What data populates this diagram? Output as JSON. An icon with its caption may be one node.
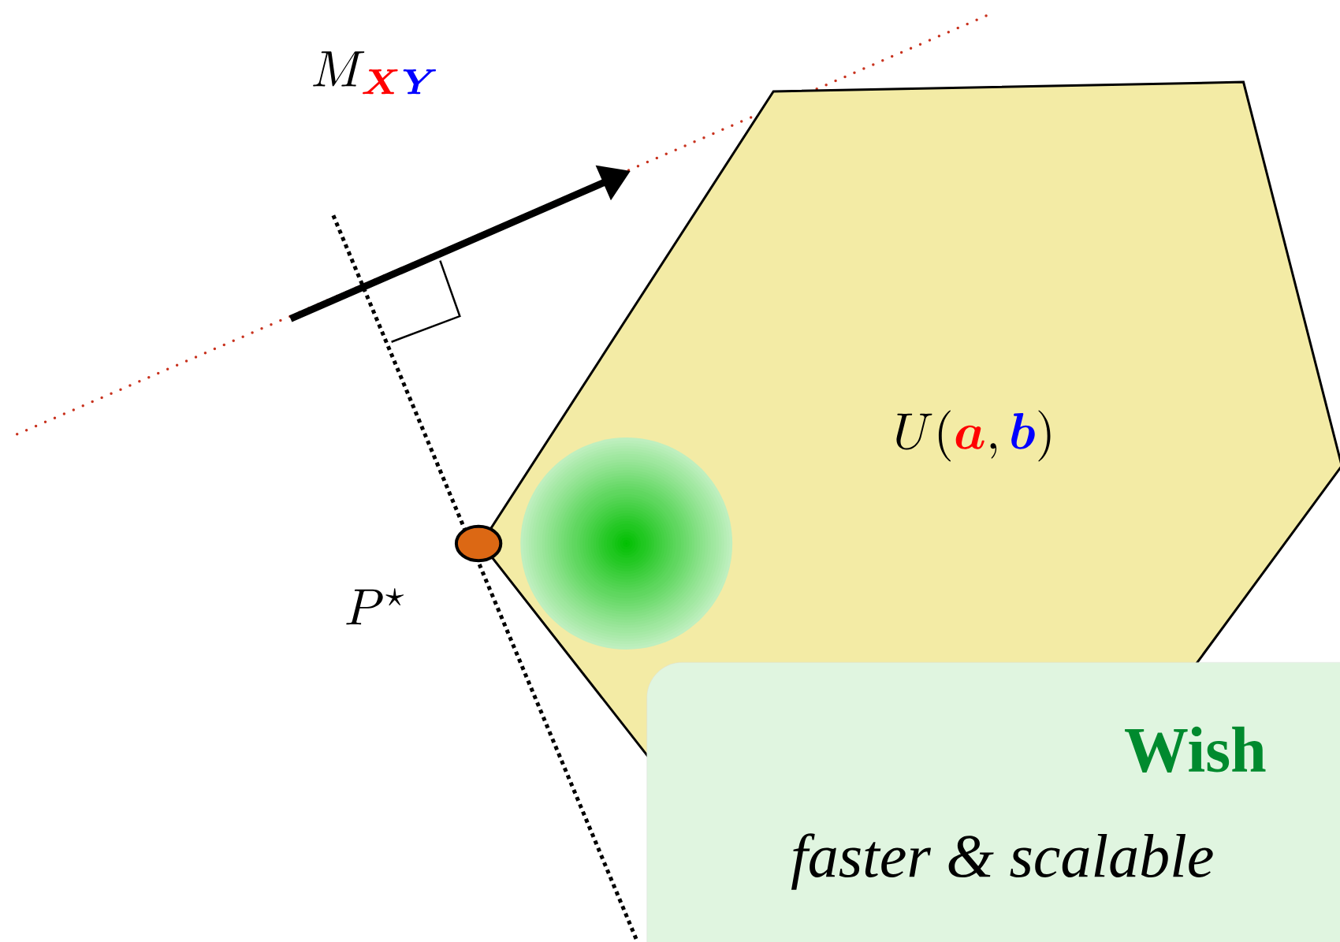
{
  "diagram": {
    "nodes": [
      {
        "text": [
          "U(\\textcolor{red}{\\boldsymbol{a}},\\textcolor{blue}{\\boldsymbol{b}})"
        ]
      },
      {
        "text": [],
        "shape": "circle",
        "in": 0
      },
      {
        "text": [],
        "shape": "circle"
      },
      {
        "text": [
          "Wish",
          "faster & scalable"
        ]
      }
    ],
    "labels": [
      "M_{\\textcolor{red}{\\boldsymbol{X}}\\textcolor{blue}{\\boldsymbol{Y}}}",
      "P^\\star"
    ]
  }
}
